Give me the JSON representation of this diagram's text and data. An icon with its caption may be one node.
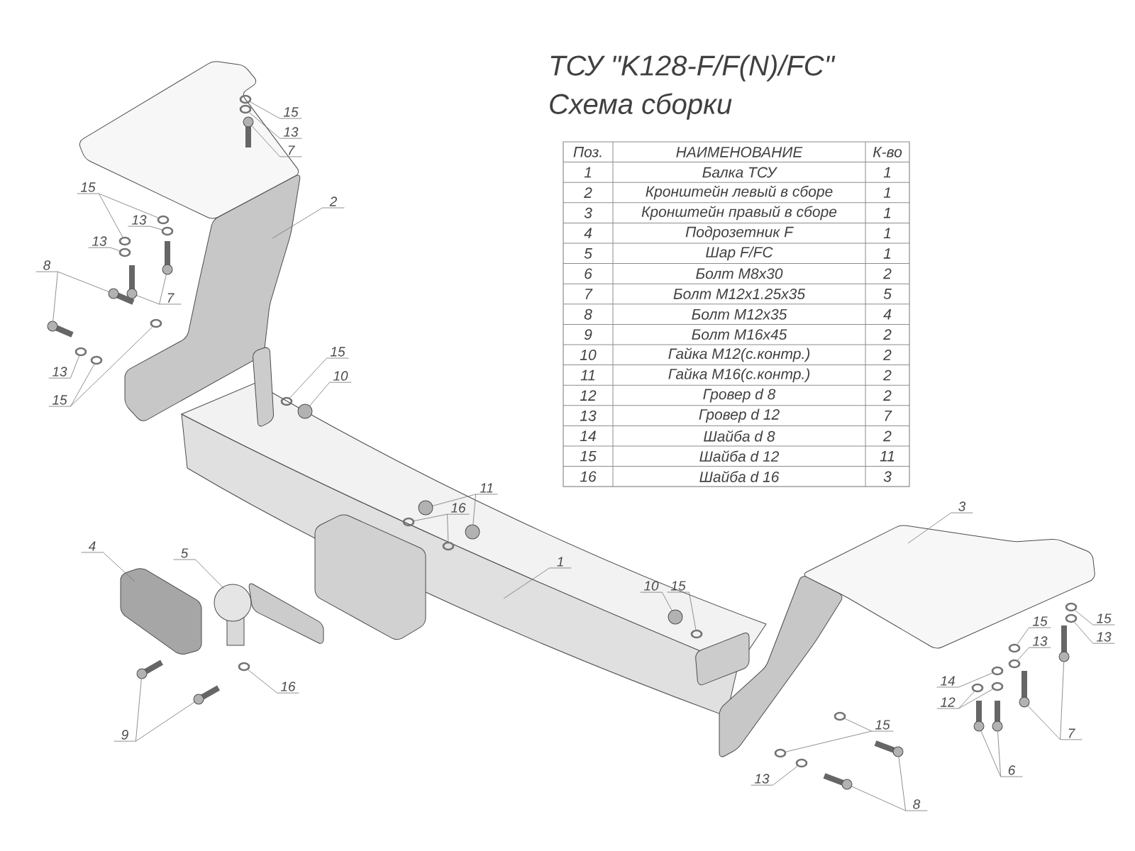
{
  "diagram": {
    "title": "ТСУ \"K128-F/F(N)/FC\"",
    "nodes": [
      {
        "text": [
          "15"
        ]
      },
      {
        "text": [
          "13"
        ]
      },
      {
        "text": [
          "7"
        ]
      },
      {
        "text": [
          "15"
        ]
      },
      {
        "text": [
          "2"
        ]
      },
      {
        "text": [
          "13"
        ]
      },
      {
        "text": [
          "13"
        ]
      },
      {
        "text": [
          "8"
        ]
      },
      {
        "text": [
          "7"
        ]
      },
      {
        "text": [
          "15"
        ]
      },
      {
        "text": [
          "13"
        ]
      },
      {
        "text": [
          "10"
        ]
      },
      {
        "text": [
          "15"
        ]
      },
      {
        "text": [
          "11"
        ]
      },
      {
        "text": [
          "3"
        ]
      },
      {
        "text": [
          "16"
        ]
      },
      {
        "text": [
          "4"
        ]
      },
      {
        "text": [
          "5"
        ]
      },
      {
        "text": [
          "1"
        ]
      },
      {
        "text": [
          "10"
        ]
      },
      {
        "text": [
          "15"
        ]
      },
      {
        "text": [
          "15"
        ]
      },
      {
        "text": [
          "15"
        ]
      },
      {
        "text": [
          "13"
        ]
      },
      {
        "text": [
          "13"
        ]
      },
      {
        "text": [
          "14"
        ]
      },
      {
        "text": [
          "16"
        ]
      },
      {
        "text": [
          "12"
        ]
      },
      {
        "text": [
          "15"
        ]
      },
      {
        "text": [
          "7"
        ]
      },
      {
        "text": [
          "9"
        ]
      },
      {
        "text": [
          "6"
        ]
      },
      {
        "text": [
          "13"
        ]
      },
      {
        "text": [
          "8"
        ]
      },
      {
        "text": [],
        "shape": "circle"
      },
      {
        "text": [],
        "shape": "circle"
      },
      {
        "text": [],
        "shape": "picture"
      },
      {
        "text": [],
        "shape": "circle"
      },
      {
        "text": [],
        "shape": "circle"
      },
      {
        "text": [],
        "shape": "circle"
      },
      {
        "text": [],
        "shape": "circle"
      },
      {
        "text": [],
        "shape": "picture"
      },
      {
        "text": [],
        "shape": "picture"
      },
      {
        "text": [],
        "shape": "picture"
      },
      {
        "text": [],
        "shape": "picture"
      },
      {
        "text": [],
        "shape": "circle"
      },
      {
        "text": [],
        "shape": "circle"
      },
      {
        "text": [],
        "shape": "circle"
      },
      {
        "text": [],
        "shape": "circle"
      },
      {
        "text": [],
        "shape": "circle"
      },
      {
        "text": [],
        "shape": "circle"
      },
      {
        "text": [],
        "shape": "circle"
      },
      {
        "text": [],
        "shape": "circle"
      },
      {
        "text": [],
        "shape": "circle"
      },
      {
        "text": [],
        "shape": "circle"
      },
      {
        "text": [],
        "shape": "circle"
      },
      {
        "text": [],
        "shape": "circle"
      },
      {
        "text": [],
        "shape": "circle"
      },
      {
        "text": [],
        "shape": "circle"
      },
      {
        "text": [],
        "shape": "circle"
      },
      {
        "text": [],
        "shape": "circle"
      },
      {
        "text": [],
        "shape": "circle"
      },
      {
        "text": [],
        "shape": "circle"
      },
      {
        "text": [],
        "shape": "circle"
      },
      {
        "text": [],
        "shape": "circle"
      },
      {
        "text": [],
        "shape": "circle"
      },
      {
        "text": [],
        "shape": "picture"
      },
      {
        "text": [],
        "shape": "picture"
      },
      {
        "text": [],
        "shape": "picture"
      },
      {
        "text": [],
        "shape": "picture"
      },
      {
        "text": [],
        "shape": "picture"
      },
      {
        "text": [],
        "shape": "picture"
      },
      {
        "text": [],
        "shape": "circle"
      },
      {
        "text": [],
        "shape": "picture"
      },
      {
        "text": [],
        "shape": "picture"
      }
    ],
    "edges": [
      {
        "from": 0,
        "to": 34,
        "arrow": "none"
      },
      {
        "from": 1,
        "to": 35,
        "arrow": "none"
      },
      {
        "from": 2,
        "to": 36,
        "arrow": "none"
      },
      {
        "from": 3,
        "to": 37,
        "arrow": "none"
      },
      {
        "from": 3,
        "to": 38,
        "arrow": "none"
      },
      {
        "from": 4,
        "to": null,
        "arrow": "none"
      },
      {
        "from": 5,
        "to": 39,
        "arrow": "none"
      },
      {
        "from": 6,
        "to": 40,
        "arrow": "none"
      },
      {
        "from": 7,
        "to": 41,
        "arrow": "none"
      },
      {
        "from": 7,
        "to": 42,
        "arrow": "none"
      },
      {
        "from": 8,
        "to": 43,
        "arrow": "none"
      },
      {
        "from": 8,
        "to": 44,
        "arrow": "none"
      },
      {
        "from": 9,
        "to": 45,
        "arrow": "none"
      },
      {
        "from": 10,
        "to": 46,
        "arrow": "none"
      },
      {
        "from": 11,
        "to": 47,
        "arrow": "none"
      },
      {
        "from": 12,
        "to": 48,
        "arrow": "none"
      },
      {
        "from": 12,
        "to": 49,
        "arrow": "none"
      },
      {
        "from": 13,
        "to": 50,
        "arrow": "none"
      },
      {
        "from": 13,
        "to": 51,
        "arrow": "none"
      },
      {
        "from": 14,
        "to": null,
        "arrow": "none"
      },
      {
        "from": 15,
        "to": 52,
        "arrow": "none"
      },
      {
        "from": 15,
        "to": 53,
        "arrow": "none"
      },
      {
        "from": 16,
        "to": null,
        "arrow": "none"
      },
      {
        "from": 17,
        "to": null,
        "arrow": "none"
      },
      {
        "from": 18,
        "to": null,
        "arrow": "none"
      },
      {
        "from": 19,
        "to": 54,
        "arrow": "none"
      },
      {
        "from": 20,
        "to": 55,
        "arrow": "none"
      },
      {
        "from": 21,
        "to": 56,
        "arrow": "none"
      },
      {
        "from": 22,
        "to": 57,
        "arrow": "none"
      },
      {
        "from": 23,
        "to": 58,
        "arrow": "none"
      },
      {
        "from": 24,
        "to": 59,
        "arrow": "none"
      },
      {
        "from": 25,
        "to": 60,
        "arrow": "none"
      },
      {
        "from": 26,
        "to": 61,
        "arrow": "none"
      },
      {
        "from": 27,
        "to": 62,
        "arrow": "none"
      },
      {
        "from": 27,
        "to": 63,
        "arrow": "none"
      },
      {
        "from": 28,
        "to": 64,
        "arrow": "none"
      },
      {
        "from": 28,
        "to": 65,
        "arrow": "none"
      },
      {
        "from": 29,
        "to": 66,
        "arrow": "none"
      },
      {
        "from": 29,
        "to": 67,
        "arrow": "none"
      },
      {
        "from": 30,
        "to": 68,
        "arrow": "none"
      },
      {
        "from": 30,
        "to": 69,
        "arrow": "none"
      },
      {
        "from": 31,
        "to": 70,
        "arrow": "none"
      },
      {
        "from": 31,
        "to": 71,
        "arrow": "none"
      },
      {
        "from": 32,
        "to": 72,
        "arrow": "none"
      },
      {
        "from": 33,
        "to": 73,
        "arrow": "none"
      },
      {
        "from": 33,
        "to": 74,
        "arrow": "none"
      }
    ],
    "labels": [
      "Схема сборки",
      "Поз.",
      "НАИМЕНОВАНИЕ",
      "К-во",
      "1",
      "Балка ТСУ",
      "1",
      "2",
      "Кронштейн левый в сборе",
      "1",
      "3",
      "Кронштейн правый в сборе",
      "1",
      "4",
      "Подрозетник F",
      "1",
      "5",
      "Шар F/FC",
      "1",
      "6",
      "Болт М8х30",
      "2",
      "7",
      "Болт М12х1.25х35",
      "5",
      "8",
      "Болт М12х35",
      "4",
      "9",
      "Болт М16х45",
      "2",
      "10",
      "Гайка М12(с.контр.)",
      "2",
      "11",
      "Гайка  М16(с.контр.)",
      "2",
      "12",
      "Гровер d 8",
      "2",
      "13",
      "Гровер d 12",
      "7",
      "14",
      "Шайба d 8",
      "2",
      "15",
      "Шайба d 12",
      "11",
      "16",
      "Шайба d 16",
      "3"
    ]
  }
}
